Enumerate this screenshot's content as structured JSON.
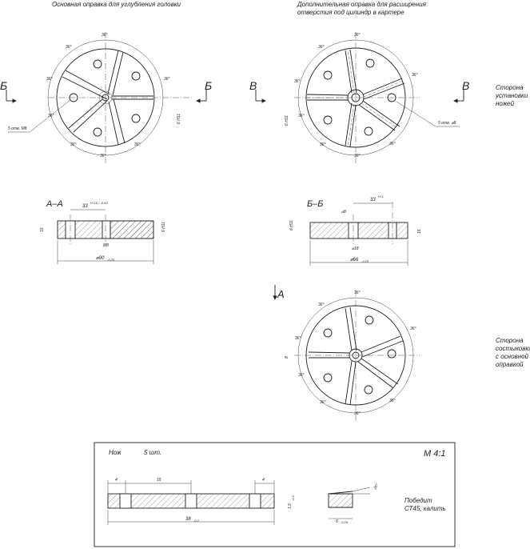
{
  "views": {
    "top_left_title": "Основная оправка для углубления головки",
    "top_right_title_line1": "Дополнительная оправка для расширения",
    "top_right_title_line2": "отверстия под цилиндр в картере",
    "section_b_marker": "Б",
    "section_v_marker": "В",
    "section_a_marker": "А",
    "angle_label": "36°",
    "holes_left_note": "5 отв. М8",
    "holes_right_note": "5 отв. ⌀8",
    "knife_slot_left": "6 Н11",
    "knife_slot_right": "6 Н11",
    "knife_slot_bottom": "8",
    "side_note_1": [
      "Сторона",
      "установки",
      "ножей"
    ],
    "side_note_2": [
      "Сторона",
      "состыковки",
      "с основной",
      "оправкой"
    ]
  },
  "section_aa": {
    "title": "А–А",
    "dim_top": "33",
    "dim_top_tol": "+0.15 / -0.62",
    "dim_height": "15",
    "dim_slot": "6 Н11",
    "dim_hole": "М8",
    "dim_diameter": "⌀90",
    "dim_diameter_tol": "-0.25"
  },
  "section_bb": {
    "title": "Б–Б",
    "dim_top": "33",
    "dim_top_tol": "+0.1",
    "dim_bore": "⌀8",
    "dim_slot": "6 Н11",
    "dim_hole": "⌀18",
    "dim_height": "15",
    "dim_diameter": "⌀66",
    "dim_diameter_tol": "-0.25"
  },
  "knife": {
    "label": "Нож",
    "qty": "5 шт.",
    "code": "М 4:1",
    "dim_left": "4",
    "dim_mid": "15",
    "dim_right": "4",
    "dim_length": "38",
    "dim_length_tol": "-0.2",
    "dim_height": "1,5",
    "dim_height_tol": "-0.1",
    "dim_width": "6",
    "dim_width_tol": "-0.25",
    "dim_angle": "20°",
    "material_line1": "Победит",
    "material_line2": "СТ45, калить"
  }
}
